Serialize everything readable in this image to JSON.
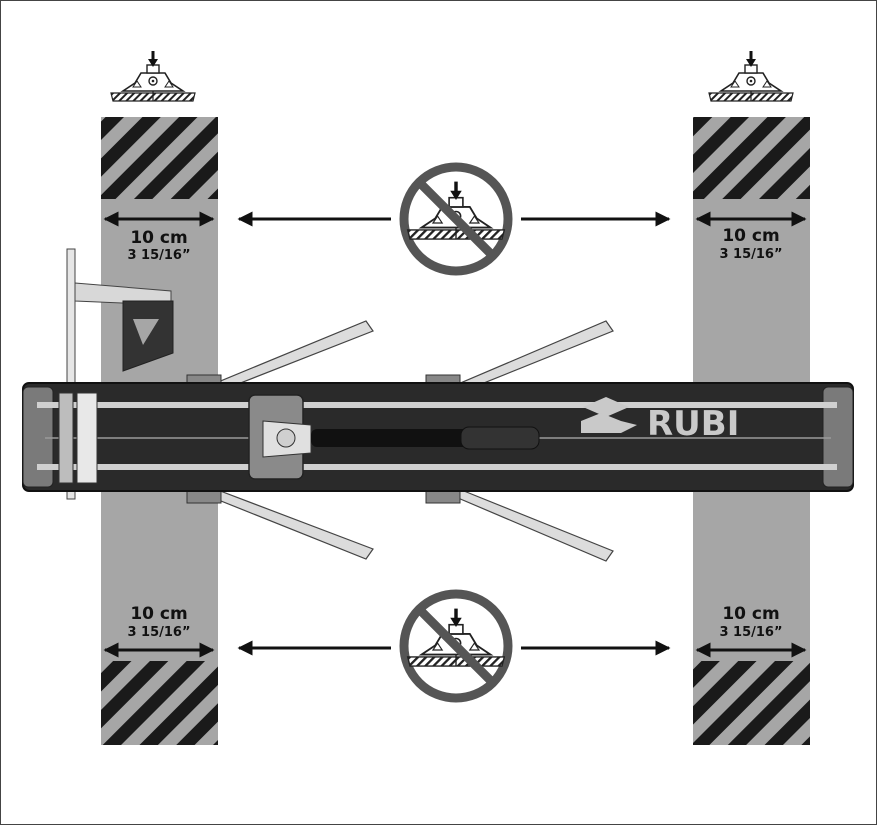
{
  "labels": {
    "top_left_cm": "10 cm",
    "top_left_in": "3 15/16”",
    "top_right_cm": "10 cm",
    "top_right_in": "3 15/16”",
    "bottom_left_cm": "10 cm",
    "bottom_left_in": "3 15/16”",
    "bottom_right_cm": "10 cm",
    "bottom_right_in": "3 15/16”"
  },
  "brand": {
    "logo_text": "RUBI"
  },
  "icons": {
    "support_allowed": "support-foot-icon",
    "support_forbidden": "no-support-icon",
    "hatch": "hazard-stripes"
  },
  "colors": {
    "support_zone": "#a6a6a6",
    "stripe": "#1a1a1a",
    "cutter_body": "#2a2a2a",
    "rail": "#d0d0d0",
    "prohibit": "#555555"
  }
}
